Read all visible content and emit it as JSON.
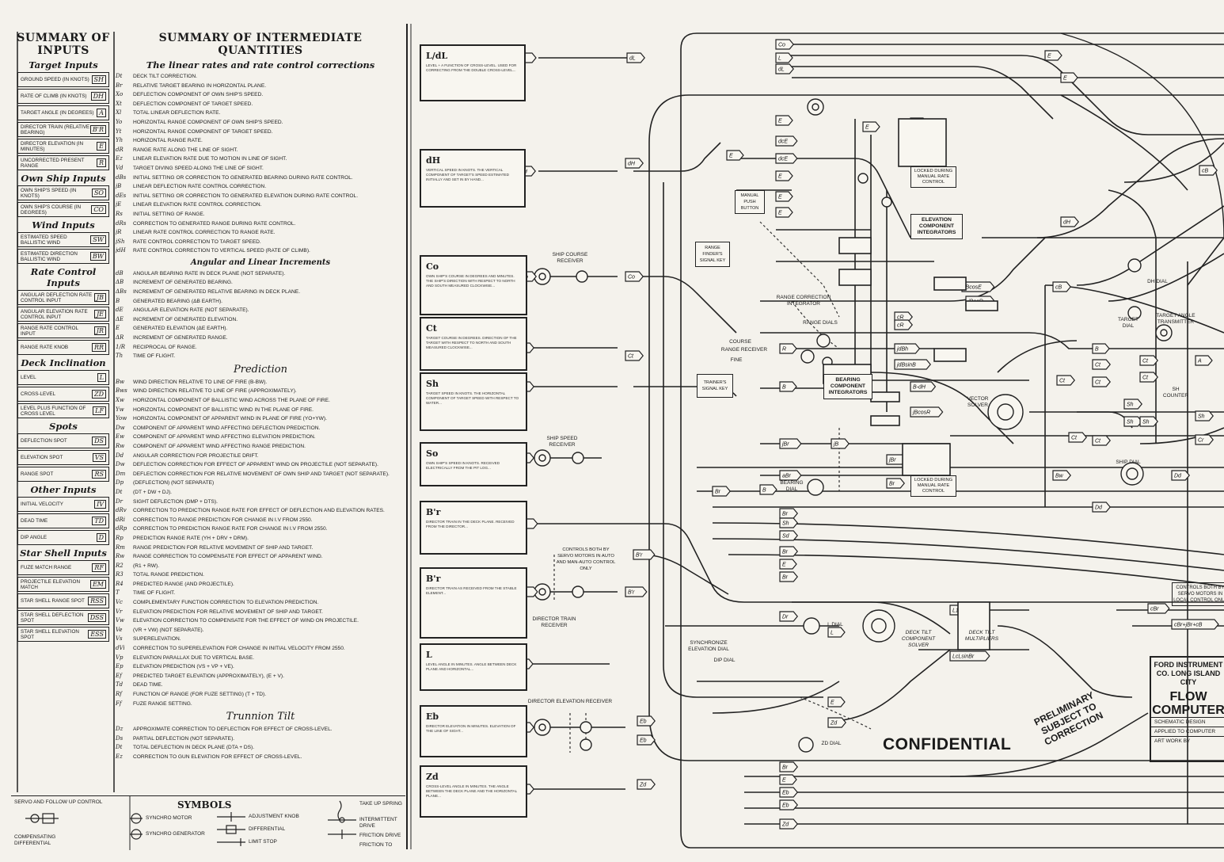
{
  "inputs_panel": {
    "title": "SUMMARY OF INPUTS",
    "groups": [
      {
        "heading": "Target Inputs",
        "items": [
          {
            "label": "GROUND SPEED (IN KNOTS)",
            "sym": "Sh"
          },
          {
            "label": "RATE OF CLIMB (IN KNOTS)",
            "sym": "dH"
          },
          {
            "label": "TARGET ANGLE (IN DEGREES)",
            "sym": "A"
          },
          {
            "label": "DIRECTOR TRAIN (RELATIVE BEARING)",
            "sym": "B'r"
          },
          {
            "label": "DIRECTOR ELEVATION (IN MINUTES)",
            "sym": "E"
          },
          {
            "label": "UNCORRECTED PRESENT RANGE",
            "sym": "R"
          }
        ]
      },
      {
        "heading": "Own Ship Inputs",
        "items": [
          {
            "label": "OWN SHIP'S SPEED (IN KNOTS)",
            "sym": "So"
          },
          {
            "label": "OWN SHIP'S COURSE (IN DEGREES)",
            "sym": "Co"
          }
        ]
      },
      {
        "heading": "Wind Inputs",
        "items": [
          {
            "label": "ESTIMATED SPEED BALLISTIC WIND",
            "sym": "Sw"
          },
          {
            "label": "ESTIMATED DIRECTION BALLISTIC WIND",
            "sym": "Bw"
          }
        ]
      },
      {
        "heading": "Rate Control Inputs",
        "items": [
          {
            "label": "ANGULAR DEFLECTION RATE CONTROL INPUT",
            "sym": "jB"
          },
          {
            "label": "ANGULAR ELEVATION RATE CONTROL INPUT",
            "sym": "jE"
          },
          {
            "label": "RANGE RATE CONTROL INPUT",
            "sym": "jR"
          },
          {
            "label": "RANGE RATE KNOB",
            "sym": "Rr"
          }
        ]
      },
      {
        "heading": "Deck Inclination",
        "items": [
          {
            "label": "LEVEL",
            "sym": "L"
          },
          {
            "label": "CROSS-LEVEL",
            "sym": "Zd"
          },
          {
            "label": "LEVEL PLUS FUNCTION OF CROSS LEVEL",
            "sym": "Lf"
          }
        ]
      },
      {
        "heading": "Spots",
        "items": [
          {
            "label": "DEFLECTION SPOT",
            "sym": "Ds"
          },
          {
            "label": "ELEVATION SPOT",
            "sym": "Vs"
          },
          {
            "label": "RANGE SPOT",
            "sym": "Rs"
          }
        ]
      },
      {
        "heading": "Other Inputs",
        "items": [
          {
            "label": "INITIAL VELOCITY",
            "sym": "IV"
          },
          {
            "label": "DEAD TIME",
            "sym": "Td"
          },
          {
            "label": "DIP ANGLE",
            "sym": "D"
          }
        ]
      },
      {
        "heading": "Star Shell Inputs",
        "items": [
          {
            "label": "FUZE MATCH RANGE",
            "sym": "Rf"
          },
          {
            "label": "PROJECTILE ELEVATION MATCH",
            "sym": "Em"
          },
          {
            "label": "STAR SHELL RANGE SPOT",
            "sym": "Rss"
          },
          {
            "label": "STAR SHELL DEFLECTION SPOT",
            "sym": "Dss"
          },
          {
            "label": "STAR SHELL ELEVATION SPOT",
            "sym": "Ess"
          }
        ]
      }
    ]
  },
  "intermediate_panel": {
    "title": "SUMMARY OF INTERMEDIATE QUANTITIES",
    "subtitle": "The linear rates and rate control corrections",
    "rates": [
      {
        "sym": "Dt",
        "text": "DECK TILT CORRECTION."
      },
      {
        "sym": "Br",
        "text": "RELATIVE TARGET BEARING IN HORIZONTAL PLANE."
      },
      {
        "sym": "Xo",
        "text": "DEFLECTION COMPONENT OF OWN SHIP'S SPEED."
      },
      {
        "sym": "Xt",
        "text": "DEFLECTION COMPONENT OF TARGET SPEED."
      },
      {
        "sym": "Xl",
        "text": "TOTAL LINEAR DEFLECTION RATE."
      },
      {
        "sym": "Yo",
        "text": "HORIZONTAL RANGE COMPONENT OF OWN SHIP'S SPEED."
      },
      {
        "sym": "Yt",
        "text": "HORIZONTAL RANGE COMPONENT OF TARGET SPEED."
      },
      {
        "sym": "Yh",
        "text": "HORIZONTAL RANGE RATE."
      },
      {
        "sym": "dR",
        "text": "RANGE RATE ALONG THE LINE OF SIGHT."
      },
      {
        "sym": "Ez",
        "text": "LINEAR ELEVATION RATE DUE TO MOTION IN LINE OF SIGHT."
      },
      {
        "sym": "Vd",
        "text": "TARGET DIVING SPEED ALONG THE LINE OF SIGHT."
      },
      {
        "sym": "dBs",
        "text": "INITIAL SETTING OR CORRECTION TO GENERATED BEARING DURING RATE CONTROL."
      },
      {
        "sym": "jB",
        "text": "LINEAR DEFLECTION RATE CONTROL CORRECTION."
      },
      {
        "sym": "dEs",
        "text": "INITIAL SETTING OR CORRECTION TO GENERATED ELEVATION DURING RATE CONTROL."
      },
      {
        "sym": "jE",
        "text": "LINEAR ELEVATION RATE CONTROL CORRECTION."
      },
      {
        "sym": "Rs",
        "text": "INITIAL SETTING OF RANGE."
      },
      {
        "sym": "dRs",
        "text": "CORRECTION TO GENERATED RANGE DURING RATE CONTROL."
      },
      {
        "sym": "jR",
        "text": "LINEAR RATE CONTROL CORRECTION TO RANGE RATE."
      },
      {
        "sym": "jSh",
        "text": "RATE CONTROL CORRECTION TO TARGET SPEED."
      },
      {
        "sym": "jdH",
        "text": "RATE CONTROL CORRECTION TO VERTICAL SPEED (RATE OF CLIMB)."
      }
    ],
    "angular_heading": "Angular and Linear Increments",
    "angular": [
      {
        "sym": "dB",
        "text": "ANGULAR BEARING RATE IN DECK PLANE (NOT SEPARATE)."
      },
      {
        "sym": "ΔB",
        "text": "INCREMENT OF GENERATED BEARING."
      },
      {
        "sym": "ΔBs",
        "text": "INCREMENT OF GENERATED RELATIVE BEARING IN DECK PLANE."
      },
      {
        "sym": "B",
        "text": "GENERATED BEARING (ΔB EARTH)."
      },
      {
        "sym": "dE",
        "text": "ANGULAR ELEVATION RATE (NOT SEPARATE)."
      },
      {
        "sym": "ΔE",
        "text": "INCREMENT OF GENERATED ELEVATION."
      },
      {
        "sym": "E",
        "text": "GENERATED ELEVATION (ΔE EARTH)."
      },
      {
        "sym": "ΔR",
        "text": "INCREMENT OF GENERATED RANGE."
      },
      {
        "sym": "1/R",
        "text": "RECIPROCAL OF RANGE."
      },
      {
        "sym": "Th",
        "text": "TIME OF FLIGHT."
      }
    ],
    "prediction_heading": "Prediction",
    "prediction": [
      {
        "sym": "Bw",
        "text": "WIND DIRECTION RELATIVE TO LINE OF FIRE (B-Bw)."
      },
      {
        "sym": "Bws",
        "text": "WIND DIRECTION RELATIVE TO LINE OF FIRE (APPROXIMATELY)."
      },
      {
        "sym": "Xw",
        "text": "HORIZONTAL COMPONENT OF BALLISTIC WIND ACROSS THE PLANE OF FIRE."
      },
      {
        "sym": "Yw",
        "text": "HORIZONTAL COMPONENT OF BALLISTIC WIND IN THE PLANE OF FIRE."
      },
      {
        "sym": "Yow",
        "text": "HORIZONTAL COMPONENT OF APPARENT WIND IN PLANE OF FIRE (Yo+Yw)."
      },
      {
        "sym": "Dw",
        "text": "COMPONENT OF APPARENT WIND AFFECTING DEFLECTION PREDICTION."
      },
      {
        "sym": "Ew",
        "text": "COMPONENT OF APPARENT WIND AFFECTING ELEVATION PREDICTION."
      },
      {
        "sym": "Rw",
        "text": "COMPONENT OF APPARENT WIND AFFECTING RANGE PREDICTION."
      },
      {
        "sym": "Dd",
        "text": "ANGULAR CORRECTION FOR PROJECTILE DRIFT."
      },
      {
        "sym": "Dw",
        "text": "DEFLECTION CORRECTION FOR EFFECT OF APPARENT WIND ON PROJECTILE (NOT SEPARATE)."
      },
      {
        "sym": "Dm",
        "text": "DEFLECTION CORRECTION FOR RELATIVE MOVEMENT OF OWN SHIP AND TARGET (NOT SEPARATE)."
      },
      {
        "sym": "Dp",
        "text": "(DEFLECTION) (NOT SEPARATE)"
      },
      {
        "sym": "Dt",
        "text": "(Dt + Dw + Dj)."
      },
      {
        "sym": "Dr",
        "text": "SIGHT DEFLECTION (Dmp + Dts)."
      },
      {
        "sym": "dRv",
        "text": "CORRECTION TO PREDICTION RANGE RATE FOR EFFECT OF DEFLECTION AND ELEVATION RATES."
      },
      {
        "sym": "dRi",
        "text": "CORRECTION TO RANGE PREDICTION FOR CHANGE IN I.V FROM 2550."
      },
      {
        "sym": "dRp",
        "text": "CORRECTION TO PREDICTION RANGE RATE FOR CHANGE IN I.V FROM 2550."
      },
      {
        "sym": "Rp",
        "text": "PREDICTION RANGE RATE (Yh + dRv + dRm)."
      },
      {
        "sym": "Rm",
        "text": "RANGE PREDICTION FOR RELATIVE MOVEMENT OF SHIP AND TARGET."
      },
      {
        "sym": "Rw",
        "text": "RANGE CORRECTION TO COMPENSATE FOR EFFECT OF APPARENT WIND."
      },
      {
        "sym": "R2",
        "text": "(R1 + Rw)."
      },
      {
        "sym": "R3",
        "text": "TOTAL RANGE PREDICTION."
      },
      {
        "sym": "R4",
        "text": "PREDICTED RANGE (AND PROJECTILE)."
      },
      {
        "sym": "T",
        "text": "TIME OF FLIGHT."
      },
      {
        "sym": "Vc",
        "text": "COMPLEMENTARY FUNCTION CORRECTION TO ELEVATION PREDICTION."
      },
      {
        "sym": "Vr",
        "text": "ELEVATION PREDICTION FOR RELATIVE MOVEMENT OF SHIP AND TARGET."
      },
      {
        "sym": "Vw",
        "text": "ELEVATION CORRECTION TO COMPENSATE FOR THE EFFECT OF WIND ON PROJECTILE."
      },
      {
        "sym": "Ve",
        "text": "(Vr + Vw) (NOT SEPARATE)."
      },
      {
        "sym": "Vs",
        "text": "SUPERELEVATION."
      },
      {
        "sym": "dVi",
        "text": "CORRECTION TO SUPERELEVATION FOR CHANGE IN INITIAL VELOCITY FROM 2550."
      },
      {
        "sym": "Vp",
        "text": "ELEVATION PARALLAX DUE TO VERTICAL BASE."
      },
      {
        "sym": "Ep",
        "text": "ELEVATION PREDICTION (Vs + Vp + Ve)."
      },
      {
        "sym": "Ef",
        "text": "PREDICTED TARGET ELEVATION (APPROXIMATELY), (E + V)."
      },
      {
        "sym": "Td",
        "text": "DEAD TIME."
      },
      {
        "sym": "Rf",
        "text": "FUNCTION OF RANGE (FOR FUZE SETTING) (T + Td)."
      },
      {
        "sym": "Ff",
        "text": "FUZE RANGE SETTING."
      }
    ],
    "trunnion_heading": "Trunnion Tilt",
    "trunnion": [
      {
        "sym": "Dz",
        "text": "APPROXIMATE CORRECTION TO DEFLECTION FOR EFFECT OF CROSS-LEVEL."
      },
      {
        "sym": "Ds",
        "text": "PARTIAL DEFLECTION (NOT SEPARATE)."
      },
      {
        "sym": "Dt",
        "text": "TOTAL DEFLECTION IN DECK PLANE (Dta + Ds)."
      },
      {
        "sym": "Ez",
        "text": "CORRECTION TO GUN ELEVATION FOR EFFECT OF CROSS-LEVEL."
      }
    ]
  },
  "symbols_legend": {
    "title": "SYMBOLS",
    "items": [
      "SYNCHRO MOTOR",
      "SYNCHRO GENERATOR",
      "ADJUSTMENT KNOB",
      "DIFFERENTIAL",
      "LIMIT STOP",
      "TAKE UP SPRING",
      "INTERMITTENT DRIVE",
      "FRICTION DRIVE",
      "FRICTION TO"
    ],
    "left_note": "SERVO AND FOLLOW UP CONTROL",
    "left_note2": "COMPENSATING DIFFERENTIAL"
  },
  "input_boxes": [
    {
      "id": "dL",
      "head": "L/dL",
      "text": "LEVEL + A FUNCTION OF CROSS-LEVEL. USED FOR CORRECTING FROM THE DOUBLE CROSS-LEVEL..."
    },
    {
      "id": "dH",
      "head": "dH",
      "text": "VERTICAL SPEED IN KNOTS. THE VERTICAL COMPONENT OF TARGET'S SPEED ESTIMATED INITIALLY AND SET IN BY HAND..."
    },
    {
      "id": "Co",
      "head": "Co",
      "text": "OWN SHIP'S COURSE IN DEGREES AND MINUTES. THE SHIP'S DIRECTION WITH RESPECT TO NORTH AND SOUTH MEASURED CLOCKWISE..."
    },
    {
      "id": "Ct",
      "head": "Ct",
      "text": "TARGET COURSE IN DEGREES. DIRECTION OF THE TARGET WITH RESPECT TO NORTH AND SOUTH MEASURED CLOCKWISE..."
    },
    {
      "id": "Sh",
      "head": "Sh",
      "text": "TARGET SPEED IN KNOTS. THE HORIZONTAL COMPONENT OF TARGET SPEED WITH RESPECT TO WATER..."
    },
    {
      "id": "So",
      "head": "So",
      "text": "OWN SHIP'S SPEED IN KNOTS. RECEIVED ELECTRICALLY FROM THE PIT LOG..."
    },
    {
      "id": "Br",
      "head": "B'r",
      "text": "DIRECTOR TRAIN IN THE DECK PLANE. RECEIVED FROM THE DIRECTOR..."
    },
    {
      "id": "Br2",
      "head": "B'r",
      "text": "DIRECTOR TRAIN AS RECEIVED FROM THE STABLE ELEMENT..."
    },
    {
      "id": "L",
      "head": "L",
      "text": "LEVEL ANGLE IN MINUTES. ANGLE BETWEEN DECK PLANE AND HORIZONTAL..."
    },
    {
      "id": "Eb",
      "head": "Eb",
      "text": "DIRECTOR ELEVATION IN MINUTES. ELEVATION OF THE LINE OF SIGHT..."
    },
    {
      "id": "Zd",
      "head": "Zd",
      "text": "CROSS-LEVEL ANGLE IN MINUTES. THE ANGLE BETWEEN THE DECK PLANE AND THE HORIZONTAL PLANE..."
    }
  ],
  "diagram_labels": {
    "ship_course_receiver": "SHIP COURSE RECEIVER",
    "ship_speed_receiver": "SHIP SPEED RECEIVER",
    "director_train_receiver": "DIRECTOR TRAIN RECEIVER",
    "director_elevation_receiver": "DIRECTOR ELEVATION RECEIVER",
    "controls_note": "CONTROLS BOTH BY SERVO MOTORS IN AUTO AND MAN-AUTO CONTROL ONLY",
    "elevation_integrators": "ELEVATION COMPONENT INTEGRATORS",
    "bearing_integrators": "BEARING COMPONENT INTEGRATORS",
    "range_correction_integrator": "RANGE CORRECTION INTEGRATOR",
    "vector_solver": "VECTOR SOLVER",
    "deck_tilt_solver": "DECK TILT COMPONENT SOLVER",
    "deck_tilt_multipliers": "DECK TILT MULTIPLIERS",
    "locked1": "LOCKED DURING MANUAL RATE CONTROL",
    "locked2": "LOCKED DURING MANUAL RATE CONTROL",
    "manual_push": "MANUAL PUSH BUTTON",
    "range_finder_key": "RANGE FINDER'S SIGNAL KEY",
    "trainer_key": "TRAINER'S SIGNAL KEY",
    "range_dials": "RANGE DIALS",
    "course": "COURSE",
    "range_receiver": "RANGE RECEIVER",
    "fine": "FINE",
    "bearing_dial": "BEARING DIAL",
    "l_dial": "L DIAL",
    "zd_dial": "Zd DIAL",
    "dh_dial": "dH DIAL",
    "target_dial": "TARGET DIAL",
    "target_transmitter": "TARGET ANGLE TRANSMITTER",
    "sh_counter": "Sh COUNTER",
    "ship_dial": "SHIP DIAL",
    "synch_elev_dial": "SYNCHRONIZE ELEVATION DIAL",
    "dip_dial": "DIP DIAL",
    "controls_right": "CONTROLS BOTH BY SERVO MOTORS IN LOCAL CONTROL ONLY"
  },
  "stamps": {
    "confidential": "CONFIDENTIAL",
    "preliminary": "PRELIMINARY SUBJECT TO CORRECTION"
  },
  "title_block": {
    "company": "FORD INSTRUMENT CO. LONG ISLAND CITY",
    "title": "FLOW COMPUTER",
    "row1": "SCHEMATIC DESIGN",
    "row2": "APPLIED TO COMPUTER",
    "row3": "ART WORK BY"
  }
}
